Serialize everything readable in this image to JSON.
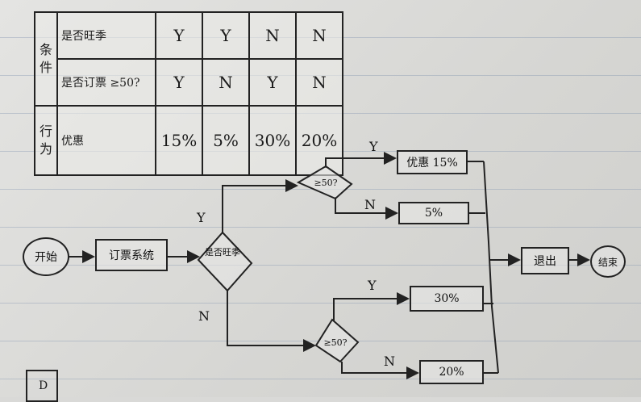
{
  "table": {
    "side_conditions": [
      "条",
      "件"
    ],
    "side_actions": [
      "行",
      "为"
    ],
    "conditions": [
      {
        "label": "是否旺季",
        "values": [
          "Y",
          "Y",
          "N",
          "N"
        ]
      },
      {
        "label": "是否订票 ≥50?",
        "values": [
          "Y",
          "N",
          "Y",
          "N"
        ]
      }
    ],
    "action": {
      "label": "优惠",
      "values": [
        "15%",
        "5%",
        "30%",
        "20%"
      ]
    }
  },
  "flow": {
    "start": "开始",
    "booking": "订票系统",
    "decision_season": "是否旺季",
    "decision_top": "≥50?",
    "decision_bottom": "≥50?",
    "out_1": "优惠 15%",
    "out_2": "5%",
    "out_3": "30%",
    "out_4": "20%",
    "exit": "退出",
    "end": "结束",
    "label_y": "Y",
    "label_n": "N"
  },
  "corner_mark": "D"
}
